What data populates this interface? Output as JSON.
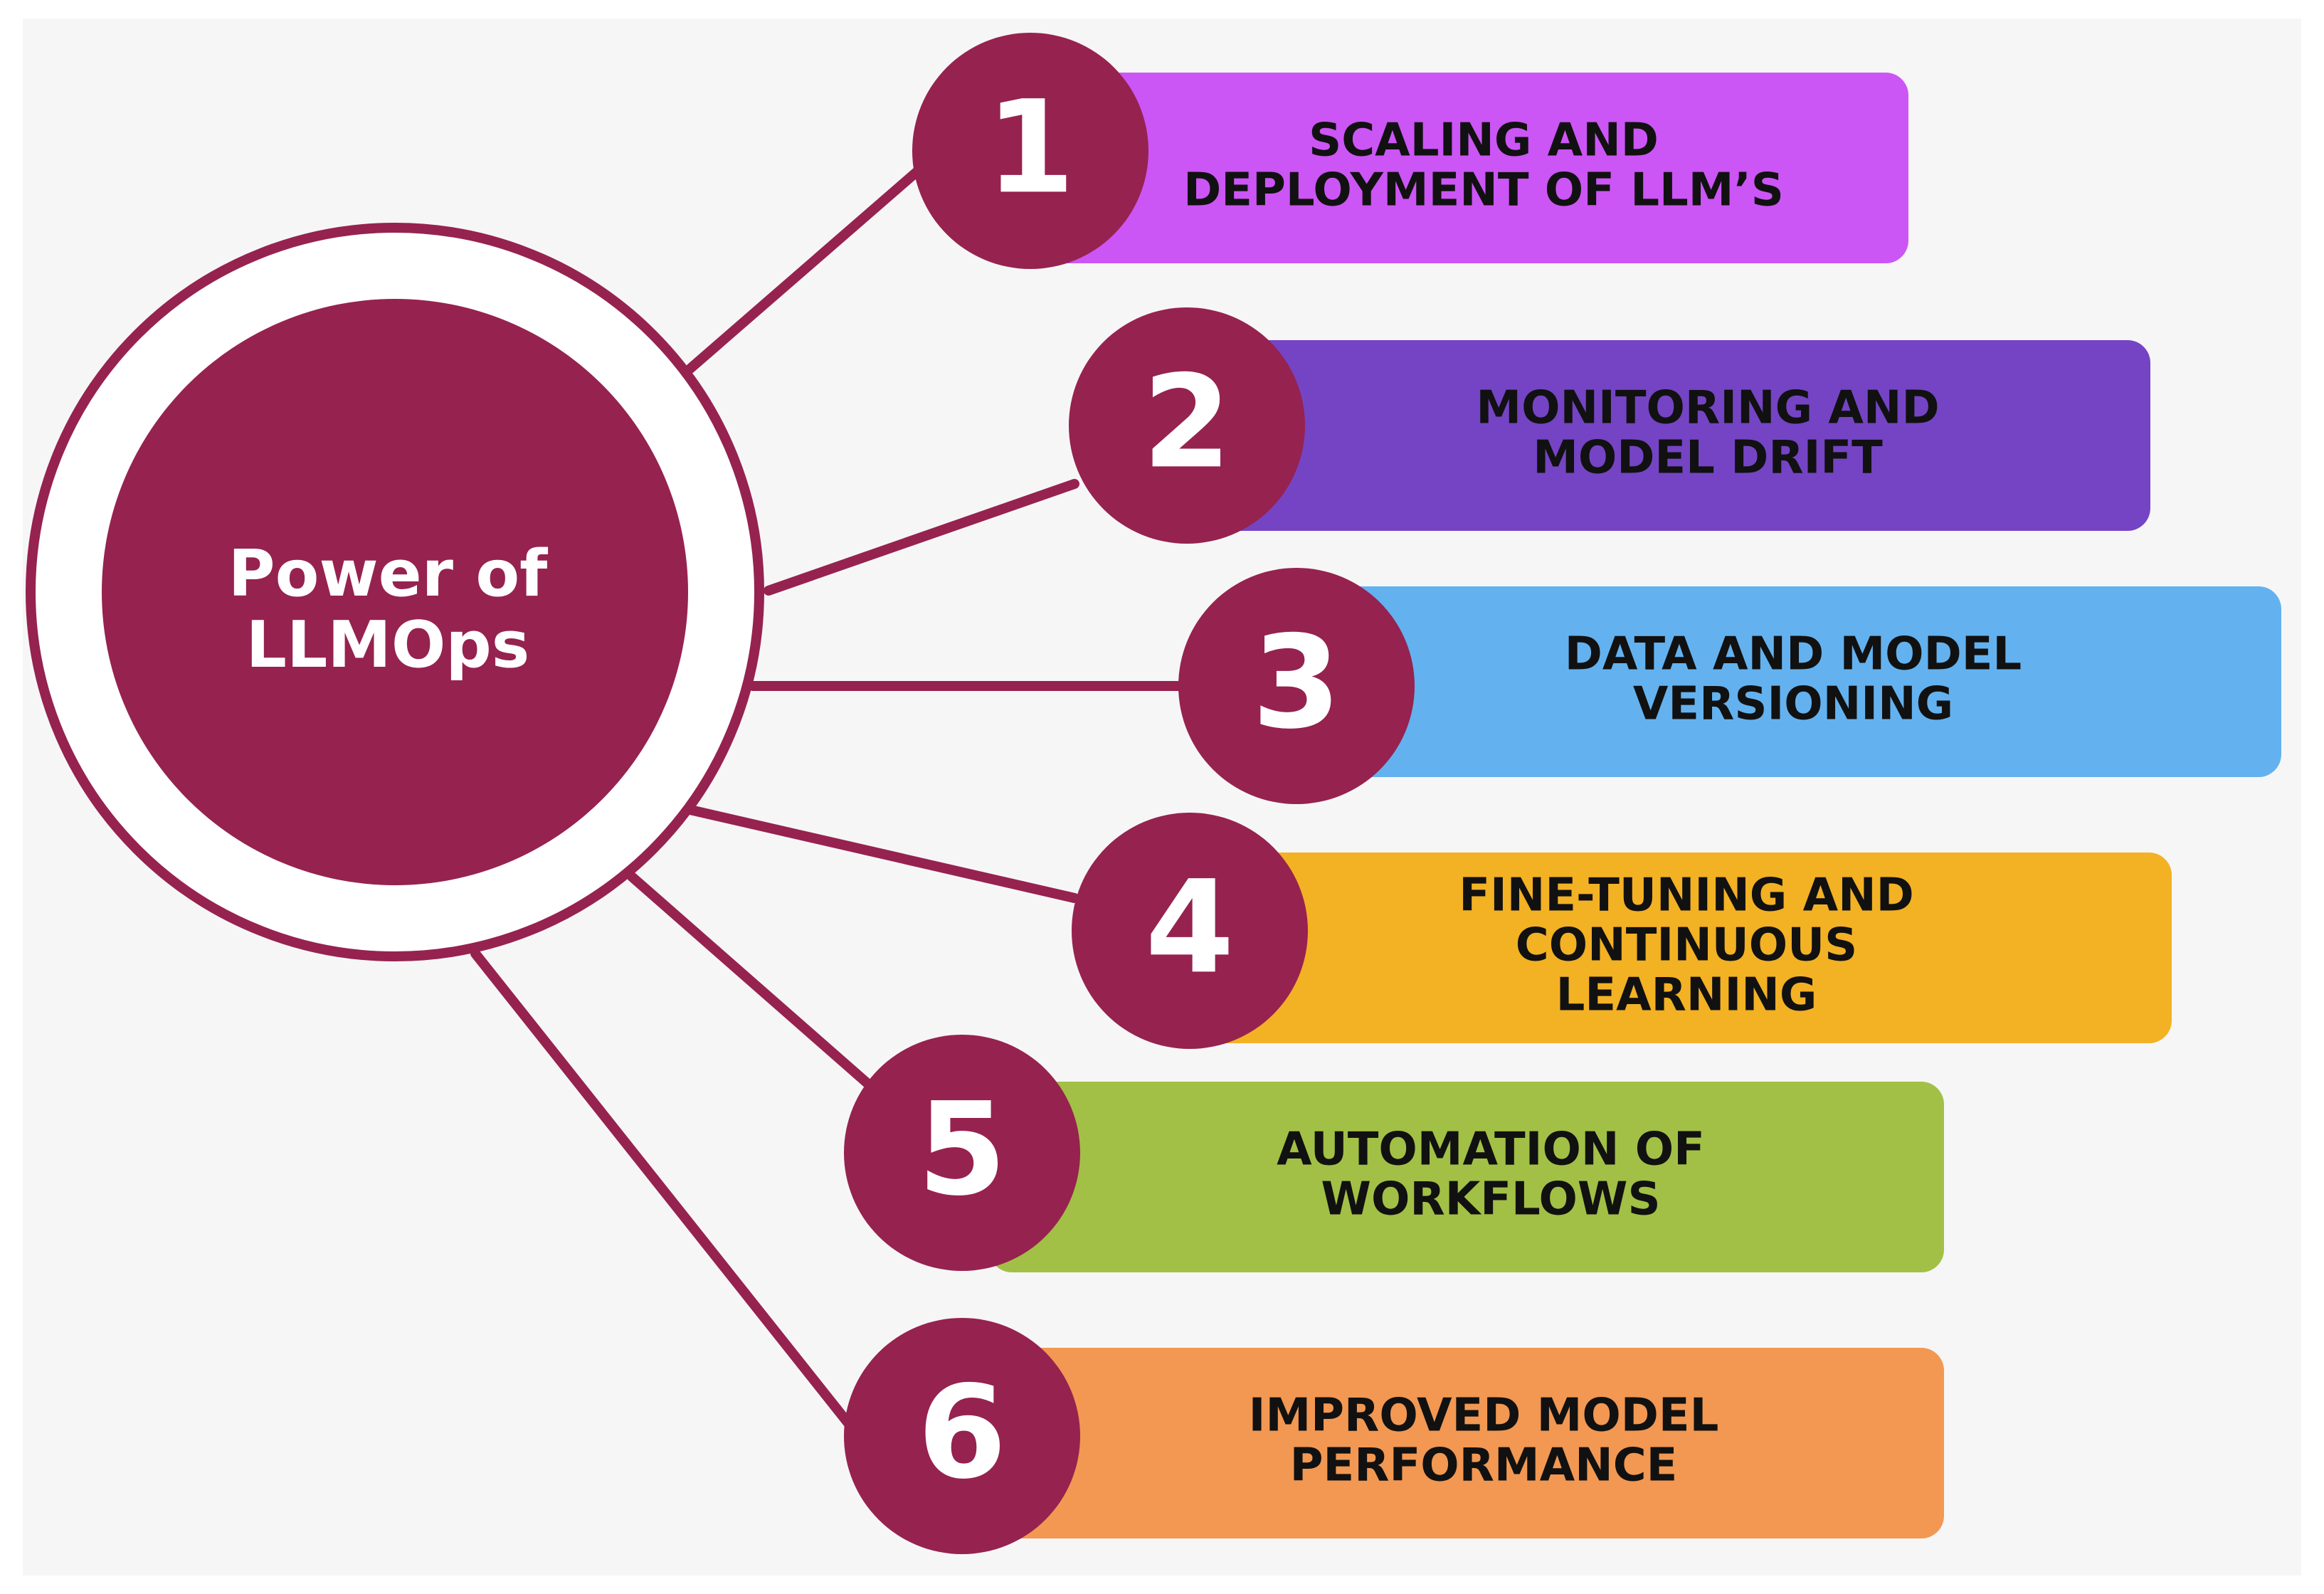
{
  "center": {
    "title_lines": [
      "Power of",
      "LLMOps"
    ],
    "fill_color": "#96224f",
    "ring_color": "#96224f"
  },
  "items": [
    {
      "number": "1",
      "lines": [
        "SCALING AND",
        "DEPLOYMENT OF LLM’S"
      ],
      "color": "#cc55f5"
    },
    {
      "number": "2",
      "lines": [
        "MONITORING AND",
        "MODEL DRIFT"
      ],
      "color": "#7444c4"
    },
    {
      "number": "3",
      "lines": [
        "DATA AND MODEL",
        "VERSIONING"
      ],
      "color": "#63b2ef"
    },
    {
      "number": "4",
      "lines": [
        "FINE-TUNING AND",
        "CONTINUOUS",
        "LEARNING"
      ],
      "color": "#f3b124"
    },
    {
      "number": "5",
      "lines": [
        "AUTOMATION OF",
        "WORKFLOWS"
      ],
      "color": "#a2c046"
    },
    {
      "number": "6",
      "lines": [
        "IMPROVED MODEL",
        "PERFORMANCE"
      ],
      "color": "#f29852"
    }
  ],
  "badge_color": "#96224f",
  "connector_color": "#96224f"
}
